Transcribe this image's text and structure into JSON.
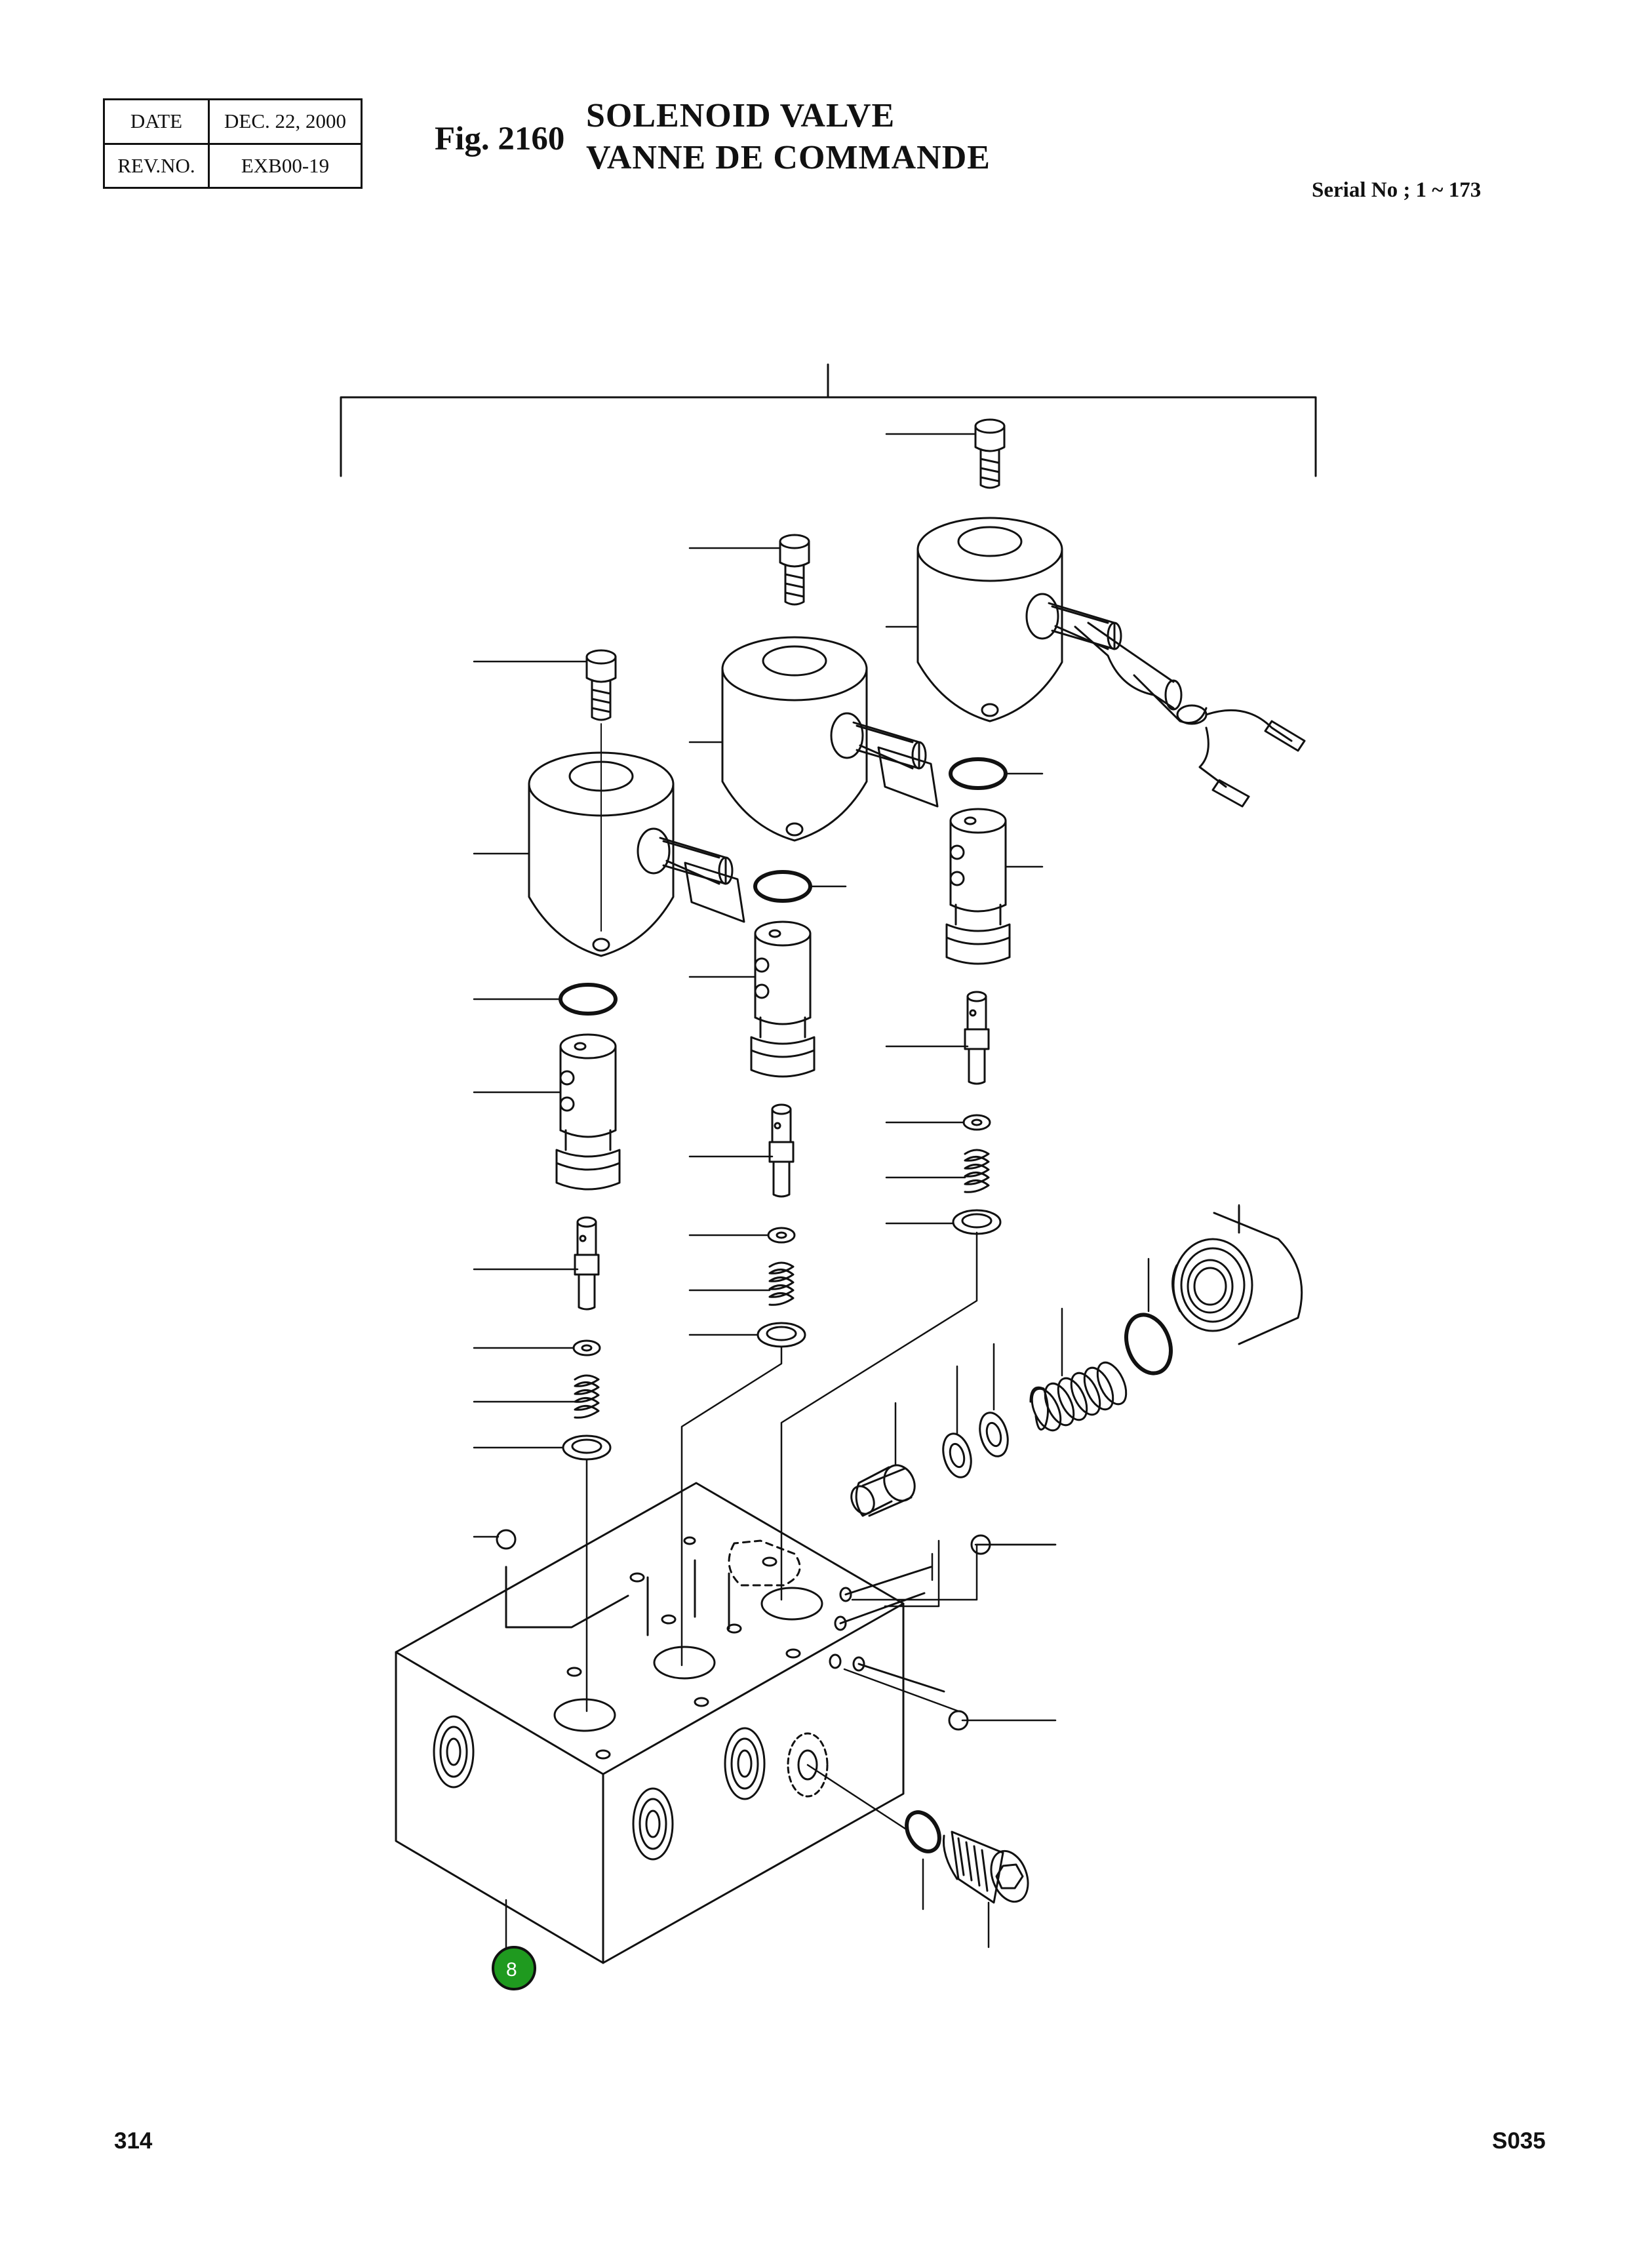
{
  "header": {
    "date_label": "DATE",
    "date_value": "DEC. 22, 2000",
    "rev_label": "REV.NO.",
    "rev_value": "EXB00-19",
    "fig_number": "Fig. 2160",
    "title_en": "SOLENOID VALVE",
    "title_fr": "VANNE DE COMMANDE",
    "serial": "Serial No ; 1 ~ 173"
  },
  "callouts": [
    {
      "label": "8",
      "color": "#1f9a1f"
    }
  ],
  "footer": {
    "page_number": "314",
    "section_code": "S035"
  }
}
